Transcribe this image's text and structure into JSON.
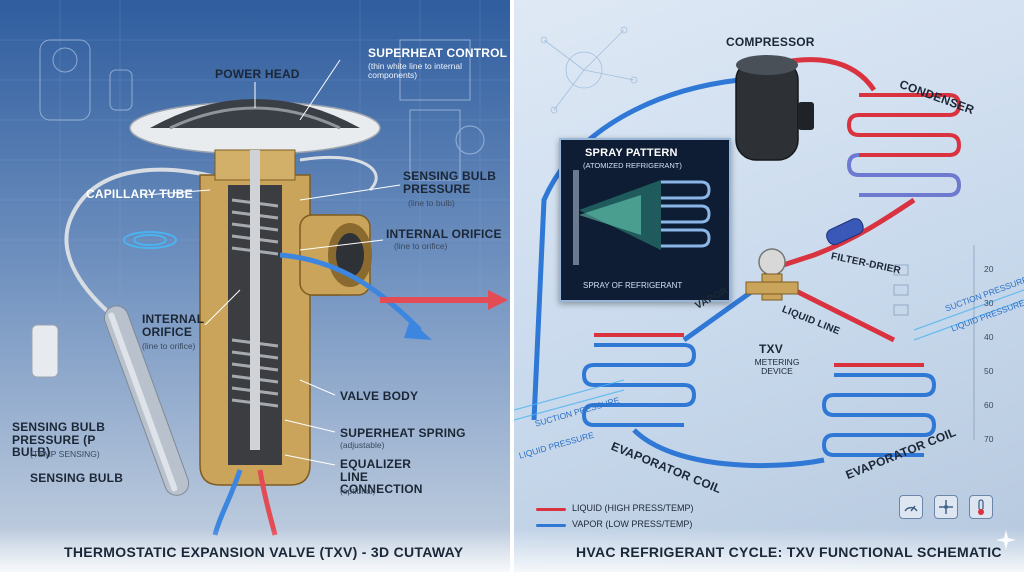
{
  "left_panel": {
    "title": "THERMOSTATIC EXPANSION VALVE (TXV) - 3D CUTAWAY",
    "labels": {
      "power_head": "POWER HEAD",
      "superheat_control": "SUPERHEAT CONTROL",
      "superheat_control_note": "(thin white line to internal components)",
      "capillary_tube": "CAPILLARY TUBE",
      "sensing_bulb_pressure_top": "SENSING BULB PRESSURE",
      "sensing_bulb_pressure_top_note": "(line to bulb)",
      "internal_orifice_right": "INTERNAL ORIFICE",
      "internal_orifice_right_note": "(line to orifice)",
      "internal_orifice_left": "INTERNAL ORIFICE",
      "internal_orifice_left_note": "(line to orifice)",
      "valve_body": "VALVE BODY",
      "superheat_spring": "SUPERHEAT SPRING",
      "superheat_spring_note": "(adjustable)",
      "equalizer_line": "EQUALIZER LINE CONNECTION",
      "equalizer_line_note": "(optional)",
      "sensing_bulb_pressure_bottom": "SENSING BULB PRESSURE (P bulb)",
      "sensing_bulb_pressure_bottom_note": "(TEMP SENSING)",
      "sensing_bulb": "SENSING BULB"
    }
  },
  "right_panel": {
    "title": "HVAC REFRIGERANT CYCLE: TXV FUNCTIONAL SCHEMATIC",
    "labels": {
      "compressor": "COMPRESSOR",
      "condenser": "CONDENSER",
      "filter_drier": "FILTER-DRIER",
      "liquid_line": "LIQUID LINE",
      "vapor": "VAPOR",
      "txv": "TXV",
      "metering_device": "METERING DEVICE",
      "evaporator_coil_left": "EVAPORATOR COIL",
      "evaporator_coil_right": "EVAPORATOR COIL",
      "suction_pressure_left": "SUCTION PRESSURE",
      "liquid_pressure_left": "LIQUID PRESSURE",
      "suction_pressure_right": "SUCTION PRESSURE",
      "liquid_pressure_right": "LIQUID PRESSURE"
    },
    "spray_inset": {
      "title": "SPRAY PATTERN",
      "subtitle": "(ATOMIZED REFRIGERANT)",
      "caption": "SPRAY OF REFRIGERANT"
    },
    "legend": [
      {
        "label": "LIQUID (HIGH PRESS/TEMP)",
        "color": "#d9333f"
      },
      {
        "label": "VAPOR (LOW PRESS/TEMP)",
        "color": "#2f78d6"
      }
    ],
    "scale_ticks": [
      "20",
      "30",
      "40",
      "50",
      "60",
      "70"
    ]
  },
  "colors": {
    "liquid": "#d9333f",
    "vapor": "#2f78d6",
    "brass": "#c9a45a"
  },
  "icons": [
    "gauge-icon",
    "fan-icon",
    "thermometer-icon",
    "sparkle-icon"
  ]
}
